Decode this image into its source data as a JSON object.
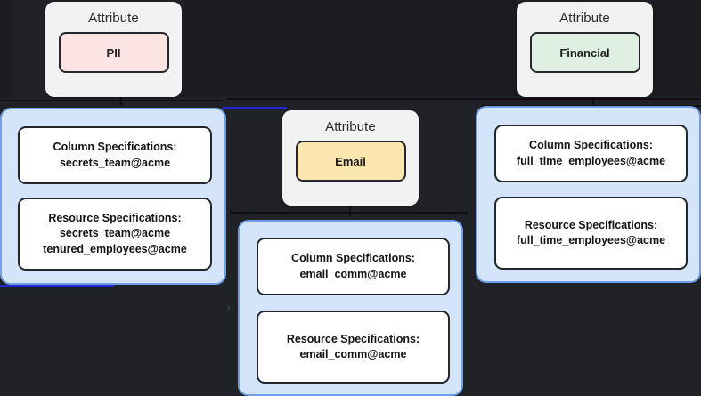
{
  "canvas": {
    "background": "#212227",
    "accent_blue": "#2726d6",
    "group_fill": "#d4e4fb",
    "group_border": "#6f9fe8",
    "card_fill": "#f2f2f3"
  },
  "attributes": [
    {
      "id": "pii",
      "title": "Attribute",
      "value": "PII",
      "pill_color": "#fbe4e2"
    },
    {
      "id": "financial",
      "title": "Attribute",
      "value": "Financial",
      "pill_color": "#dff0e2"
    },
    {
      "id": "email",
      "title": "Attribute",
      "value": "Email",
      "pill_color": "#fbe6ae"
    }
  ],
  "spec_groups": [
    {
      "id": "secrets-team",
      "boxes": [
        {
          "id": "column-specifications-secrets-team",
          "lines": [
            "Column Specifications:",
            "secrets_team@acme"
          ]
        },
        {
          "id": "resource-specifications-secrets-team",
          "lines": [
            "Resource Specifications:",
            "secrets_team@acme",
            "tenured_employees@acme"
          ]
        }
      ]
    },
    {
      "id": "email-comm",
      "boxes": [
        {
          "id": "column-specifications-email-comm",
          "lines": [
            "Column Specifications:",
            "email_comm@acme"
          ]
        },
        {
          "id": "resource-specifications-email-comm",
          "lines": [
            "Resource Specifications:",
            "email_comm@acme"
          ]
        }
      ]
    },
    {
      "id": "full-time-employees",
      "boxes": [
        {
          "id": "column-specifications-full-time-employees",
          "lines": [
            "Column Specifications:",
            "full_time_employees@acme"
          ]
        },
        {
          "id": "resource-specifications-full-time-employees",
          "lines": [
            "Resource Specifications:",
            "full_time_employees@acme"
          ]
        }
      ]
    }
  ],
  "markers": {
    "collapse_chevron": "›"
  }
}
